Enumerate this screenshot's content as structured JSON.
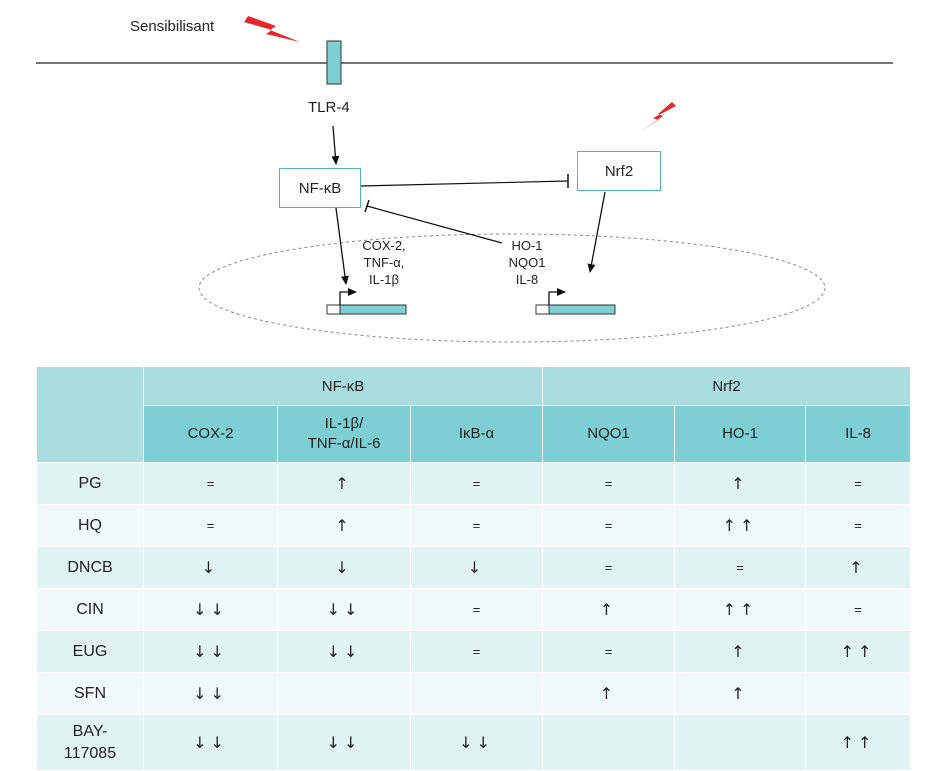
{
  "diagram": {
    "stimulus_label": "Sensibilisant",
    "receptor_label": "TLR-4",
    "nfkb_label": "NF-κB",
    "nrf2_label": "Nrf2",
    "nfkb_targets": [
      "COX-2,",
      "TNF-α,",
      "IL-1β"
    ],
    "nrf2_targets": [
      "HO-1",
      "NQO1",
      "IL-8"
    ],
    "colors": {
      "accent": "#7ecfd3",
      "lightning": "#e8262b",
      "box_border": "#4fb3b8"
    },
    "icons": [
      "lightning-bolt-icon",
      "arrow-icon",
      "inhibition-bar-icon",
      "gene-promoter-icon"
    ]
  },
  "table": {
    "groups": [
      {
        "label": "NF-κB",
        "span": 3
      },
      {
        "label": "Nrf2",
        "span": 3
      }
    ],
    "columns": [
      "COX-2",
      "IL-1β/\nTNF-α/IL-6",
      "IκB-α",
      "NQO1",
      "HO-1",
      "IL-8"
    ],
    "rows": [
      {
        "label": "PG",
        "values": [
          "=",
          "↑",
          "=",
          "=",
          "↑",
          "="
        ]
      },
      {
        "label": "HQ",
        "values": [
          "=",
          "↑",
          "=",
          "=",
          "↑↑",
          "="
        ]
      },
      {
        "label": "DNCB",
        "values": [
          "↓",
          "↓",
          "↓",
          "=",
          "=",
          "↑"
        ]
      },
      {
        "label": "CIN",
        "values": [
          "↓↓",
          "↓↓",
          "=",
          "↑",
          "↑↑",
          "="
        ]
      },
      {
        "label": "EUG",
        "values": [
          "↓↓",
          "↓↓",
          "=",
          "=",
          "↑",
          "↑↑"
        ]
      },
      {
        "label": "SFN",
        "values": [
          "↓↓",
          "",
          "",
          "↑",
          "↑",
          ""
        ]
      },
      {
        "label": "BAY-\n117085",
        "values": [
          "↓↓",
          "↓↓",
          "↓↓",
          "",
          "",
          "↑↑"
        ]
      }
    ]
  }
}
